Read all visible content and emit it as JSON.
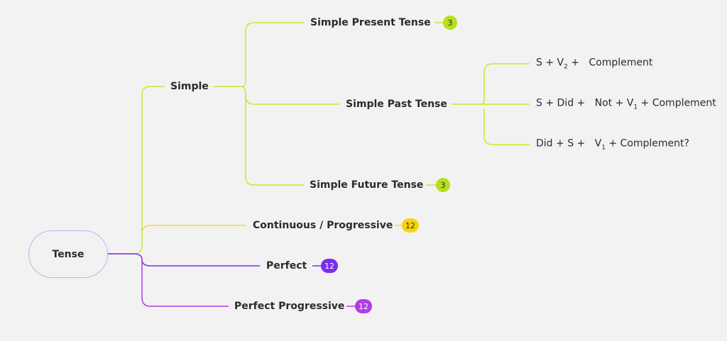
{
  "root": {
    "label": "Tense"
  },
  "colors": {
    "lime": "#c5ea2d",
    "yellow": "#f2dc3a",
    "violet": "#7a2cf0",
    "purple": "#b33be8"
  },
  "branches": {
    "simple": {
      "label": "Simple"
    },
    "continuous": {
      "label": "Continuous / Progressive",
      "count": "12"
    },
    "perfect": {
      "label": "Perfect",
      "count": "12"
    },
    "perfect_progressive": {
      "label": "Perfect Progressive",
      "count": "12"
    }
  },
  "simple_children": {
    "present": {
      "label": "Simple Present Tense",
      "count": "3"
    },
    "past": {
      "label": "Simple Past Tense"
    },
    "future": {
      "label": "Simple Future Tense",
      "count": "3"
    }
  },
  "past_formulas": {
    "positive": {
      "a": "S + V",
      "sub": "2",
      "b": " +   Complement"
    },
    "negative": {
      "a": "S + Did +   Not + V",
      "sub": "1",
      "b": " + Complement"
    },
    "question": {
      "a": "Did + S +   V",
      "sub": "1",
      "b": " + Complement?"
    }
  }
}
